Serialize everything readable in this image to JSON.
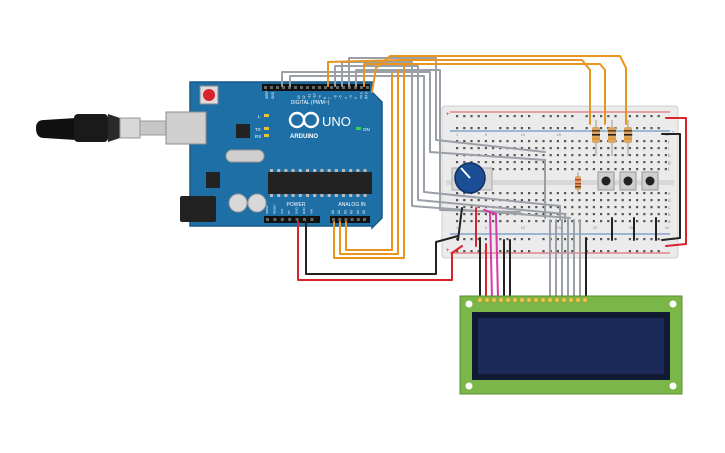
{
  "arduino": {
    "logo_text": "ARDUINO",
    "model": "UNO",
    "digital_label": "DIGITAL (PWM~)",
    "power_label": "POWER",
    "analog_label": "ANALOG IN",
    "aref_label": "AREF",
    "gnd_label": "GND",
    "led_l": "L",
    "led_tx": "TX",
    "led_rx": "RX",
    "on_label": "ON",
    "digital_pins": [
      "13",
      "12",
      "~11",
      "~10",
      "~9",
      "8",
      "7",
      "~6",
      "~5",
      "4",
      "~3",
      "2",
      "TX 1",
      "RX 0"
    ],
    "power_pins": [
      "IOREF",
      "RESET",
      "3V3",
      "5V",
      "GND",
      "GND",
      "VIN"
    ],
    "analog_pins": [
      "A0",
      "A1",
      "A2",
      "A3",
      "A4",
      "A5"
    ]
  },
  "breadboard": {
    "column_numbers": [
      "1",
      "5",
      "10",
      "15",
      "20",
      "25",
      "30"
    ],
    "row_letters_top": [
      "j",
      "i",
      "h",
      "g",
      "f"
    ],
    "row_letters_bottom": [
      "e",
      "d",
      "c",
      "b",
      "a"
    ],
    "rail_plus": "+",
    "rail_minus": "-"
  },
  "lcd": {
    "pin_count": 16
  },
  "colors": {
    "board": "#1f6fa7",
    "board_dark": "#17588a",
    "breadboard": "#ebebeb",
    "wire_orange": "#e8941e",
    "wire_gray": "#9aa0a6",
    "wire_red": "#d9232d",
    "wire_black": "#222222",
    "wire_pink": "#d63aa6",
    "lcd_pcb": "#7ab648",
    "lcd_screen": "#1b2a58",
    "pot_knob": "#1c4e96"
  }
}
